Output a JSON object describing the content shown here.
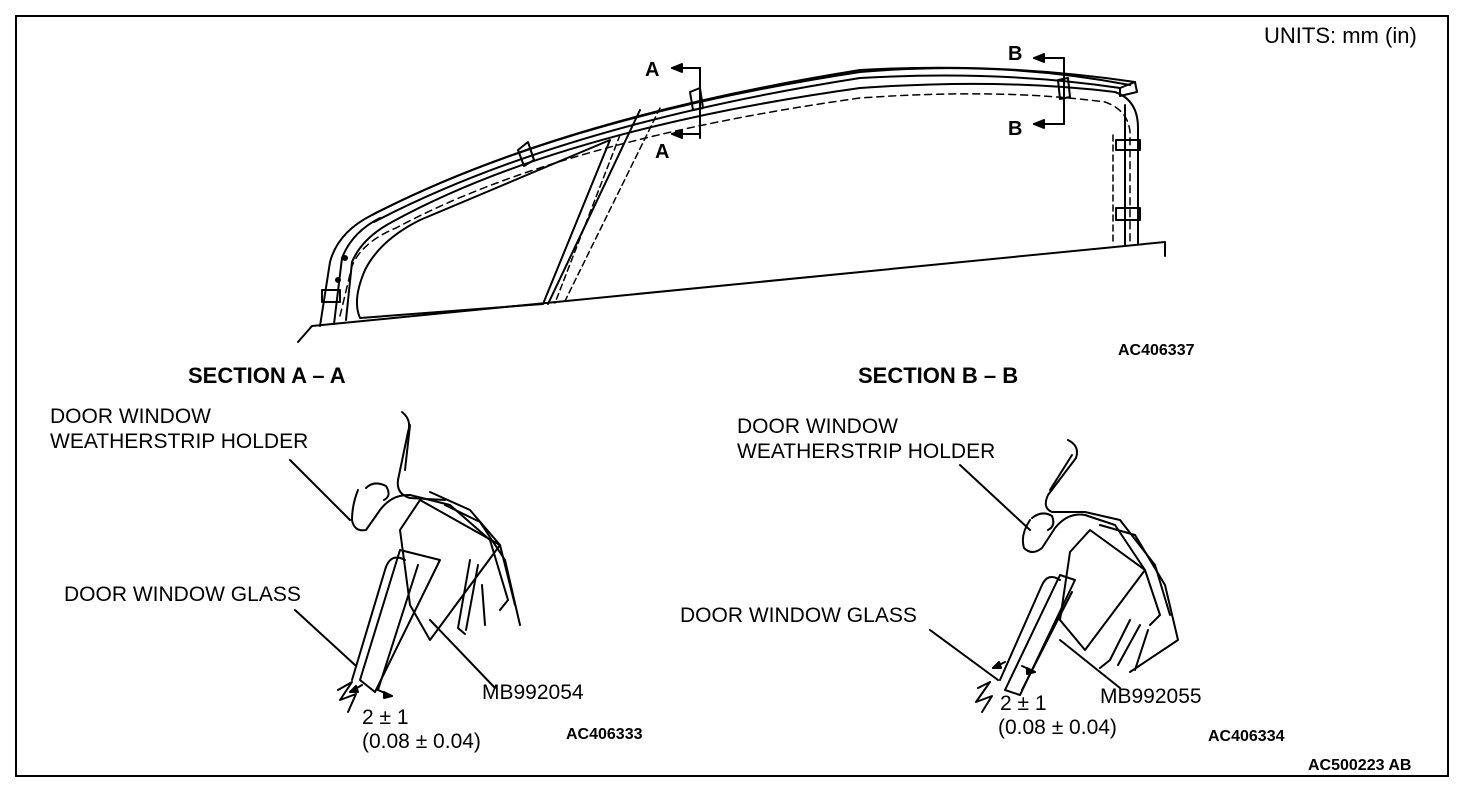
{
  "units": "UNITS: mm (in)",
  "overview": {
    "code": "AC406337",
    "cut_a_top": "A",
    "cut_a_bottom": "A",
    "cut_b_top": "B",
    "cut_b_bottom": "B"
  },
  "section_a": {
    "title": "SECTION A – A",
    "holder_line1": "DOOR WINDOW",
    "holder_line2": "WEATHERSTRIP HOLDER",
    "glass": "DOOR WINDOW GLASS",
    "tool": "MB992054",
    "dim_mm": "2 ± 1",
    "dim_in": "(0.08 ± 0.04)",
    "code": "AC406333"
  },
  "section_b": {
    "title": "SECTION B – B",
    "holder_line1": "DOOR WINDOW",
    "holder_line2": "WEATHERSTRIP HOLDER",
    "glass": "DOOR WINDOW GLASS",
    "tool": "MB992055",
    "dim_mm": "2 ± 1",
    "dim_in": "(0.08 ± 0.04)",
    "code": "AC406334"
  },
  "figure_code": "AC500223 AB"
}
